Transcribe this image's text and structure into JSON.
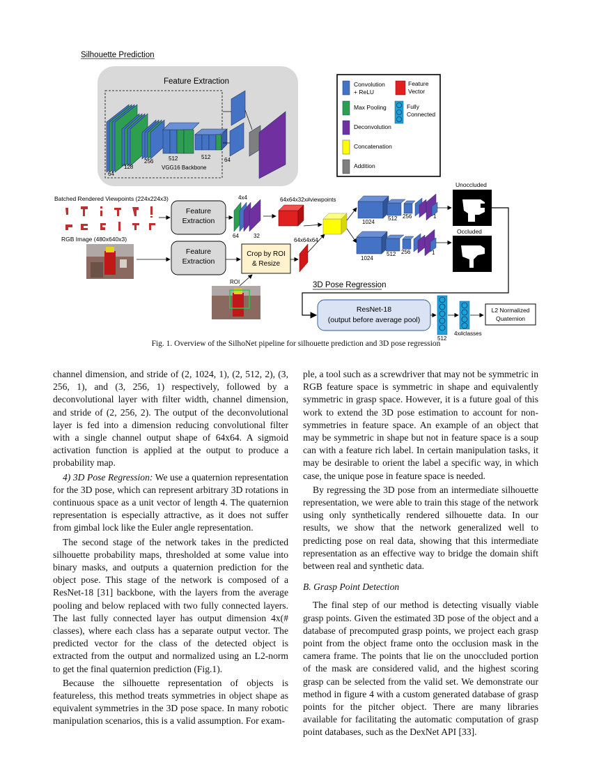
{
  "figure": {
    "silhouette_heading": "Silhouette Prediction",
    "feature_extraction_title": "Feature Extraction",
    "vgg_label": "VGG16 Backbone",
    "vgg_dims": [
      "64",
      "128",
      "256",
      "512",
      "512",
      "64"
    ],
    "legend": {
      "conv": "Convolution + ReLU",
      "maxpool": "Max Pooling",
      "deconv": "Deconvolution",
      "concat": "Concatenation",
      "addition": "Addition",
      "feature_vector": "Feature Vector",
      "fully_connected": "Fully Connected"
    },
    "batched_label": "Batched Rendered Viewpoints (224x224x3)",
    "rgb_label": "RGB Image (480x640x3)",
    "fe_box_1": "Feature Extraction",
    "fe_box_2": "Feature Extraction",
    "crop_box": "Crop by ROI & Resize",
    "roi_label": "ROI",
    "dim_4x4": "4x4",
    "dim_64": "64",
    "dim_32": "32",
    "dim_viewpoints": "64x64x32x#viewpoints",
    "dim_64x64x64": "64x64x64",
    "upper_dims": [
      "1024",
      "512",
      "256",
      "1"
    ],
    "lower_dims": [
      "1024",
      "512",
      "256",
      "1"
    ],
    "unoccluded": "Unoccluded",
    "occluded": "Occluded",
    "pose_heading": "3D Pose Regression",
    "resnet_line1": "ResNet-18",
    "resnet_line2": "(output before average pool)",
    "fc_512": "512",
    "fc_classes": "4x#classes",
    "l2_line1": "L2 Normalized",
    "l2_line2": "Quaternion",
    "colors": {
      "conv": "#4472C4",
      "maxpool": "#2E9E4F",
      "deconv": "#7030A0",
      "concat": "#FFFF00",
      "addition": "#7F7F7F",
      "feature": "#E02020",
      "fc": "#1EA0D8",
      "panel": "#D9D9D9",
      "resnet_fill": "#DAE3F3"
    }
  },
  "caption": "Fig. 1.   Overview of the SilhoNet pipeline for silhouette prediction and 3D pose regression",
  "left_column": {
    "p1": "channel dimension, and stride of (2, 1024, 1), (2, 512, 2), (3, 256, 1), and (3, 256, 1) respectively, followed by a deconvolutional layer with filter width, channel dimension, and stride of (2, 256, 2). The output of the deconvolutional layer is fed into a dimension reducing convolutional filter with a single channel output shape of 64x64. A sigmoid activation function is applied at the output to produce a probability map.",
    "p2_runin": "4) 3D Pose Regression:",
    "p2": " We use a quaternion representation for the 3D pose, which can represent arbitrary 3D rotations in continuous space as a unit vector of length 4. The quaternion representation is especially attractive, as it does not suffer from gimbal lock like the Euler angle representation.",
    "p3": "The second stage of the network takes in the predicted silhouette probability maps, thresholded at some value into binary masks, and outputs a quaternion prediction for the object pose. This stage of the network is composed of a ResNet-18 [31] backbone, with the layers from the average pooling and below replaced with two fully connected layers. The last fully connected layer has output dimension 4x(# classes), where each class has a separate output vector. The predicted vector for the class of the detected object is extracted from the output and normalized using an L2-norm to get the final quaternion prediction (Fig.1).",
    "p4": "Because the silhouette representation of objects is featureless, this method treats symmetries in object shape as equivalent symmetries in the 3D pose space. In many robotic manipulation scenarios, this is a valid assumption. For exam-"
  },
  "right_column": {
    "p1": "ple, a tool such as a screwdriver that may not be symmetric in RGB feature space is symmetric in shape and equivalently symmetric in grasp space. However, it is a future goal of this work to extend the 3D pose estimation to account for non-symmetries in feature space. An example of an object that may be symmetric in shape but not in feature space is a soup can with a feature rich label. In certain manipulation tasks, it may be desirable to orient the label a specific way, in which case, the unique pose in feature space is needed.",
    "p2": "By regressing the 3D pose from an intermediate silhouette representation, we were able to train this stage of the network using only synthetically rendered silhouette data. In our results, we show that the network generalized well to predicting pose on real data, showing that this intermediate representation as an effective way to bridge the domain shift between real and synthetic data.",
    "heading": "B.  Grasp Point Detection",
    "p3": "The final step of our method is detecting visually viable grasp points. Given the estimated 3D pose of the object and a database of precomputed grasp points, we project each grasp point from the object frame onto the occlusion mask in the camera frame. The points that lie on the unoccluded portion of the mask are considered valid, and the highest scoring grasp can be selected from the valid set. We demonstrate our method in figure 4 with a custom generated database of grasp points for the pitcher object. There are many libraries available for facilitating the automatic computation of grasp point databases, such as the DexNet API [33]."
  }
}
